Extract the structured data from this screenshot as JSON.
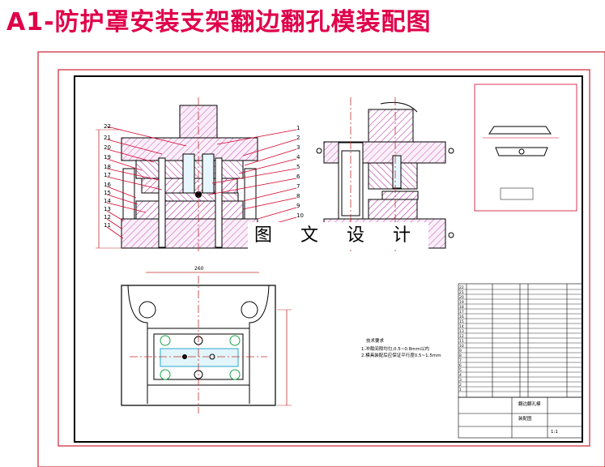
{
  "title": "A1-防护罩安装支架翻边翻孔模装配图",
  "watermark": "图 文 设 计",
  "colors": {
    "title": "#e0004a",
    "border": "#cc2233",
    "line": "#000000",
    "hatch": "#b0109a",
    "leader": "#d4002a",
    "hole": "#1aa34a",
    "insert": "#2aa6c8"
  },
  "part_numbers_right": [
    "1",
    "2",
    "3",
    "4",
    "5",
    "6",
    "7",
    "8",
    "9",
    "10"
  ],
  "part_numbers_left": [
    "22",
    "21",
    "20",
    "19",
    "18",
    "17",
    "16",
    "15",
    "14",
    "13",
    "12",
    "11"
  ],
  "dimension_top": "260",
  "tech_requirements": {
    "heading": "技术要求",
    "lines": [
      "1.冲裁间隙均匀,0.5~0.8mm以内",
      "2.模具装配后应保证平行度0.5~1.5mm"
    ]
  },
  "part_table": {
    "rows": [
      "22",
      "21",
      "20",
      "19",
      "18",
      "17",
      "16",
      "15",
      "14",
      "13",
      "12",
      "11",
      "10",
      "9",
      "8",
      "7",
      "6",
      "5",
      "4",
      "3",
      "2",
      "1"
    ]
  },
  "title_block": {
    "name": "翻边翻孔模",
    "drawing": "装配图",
    "scale": "1:1"
  }
}
